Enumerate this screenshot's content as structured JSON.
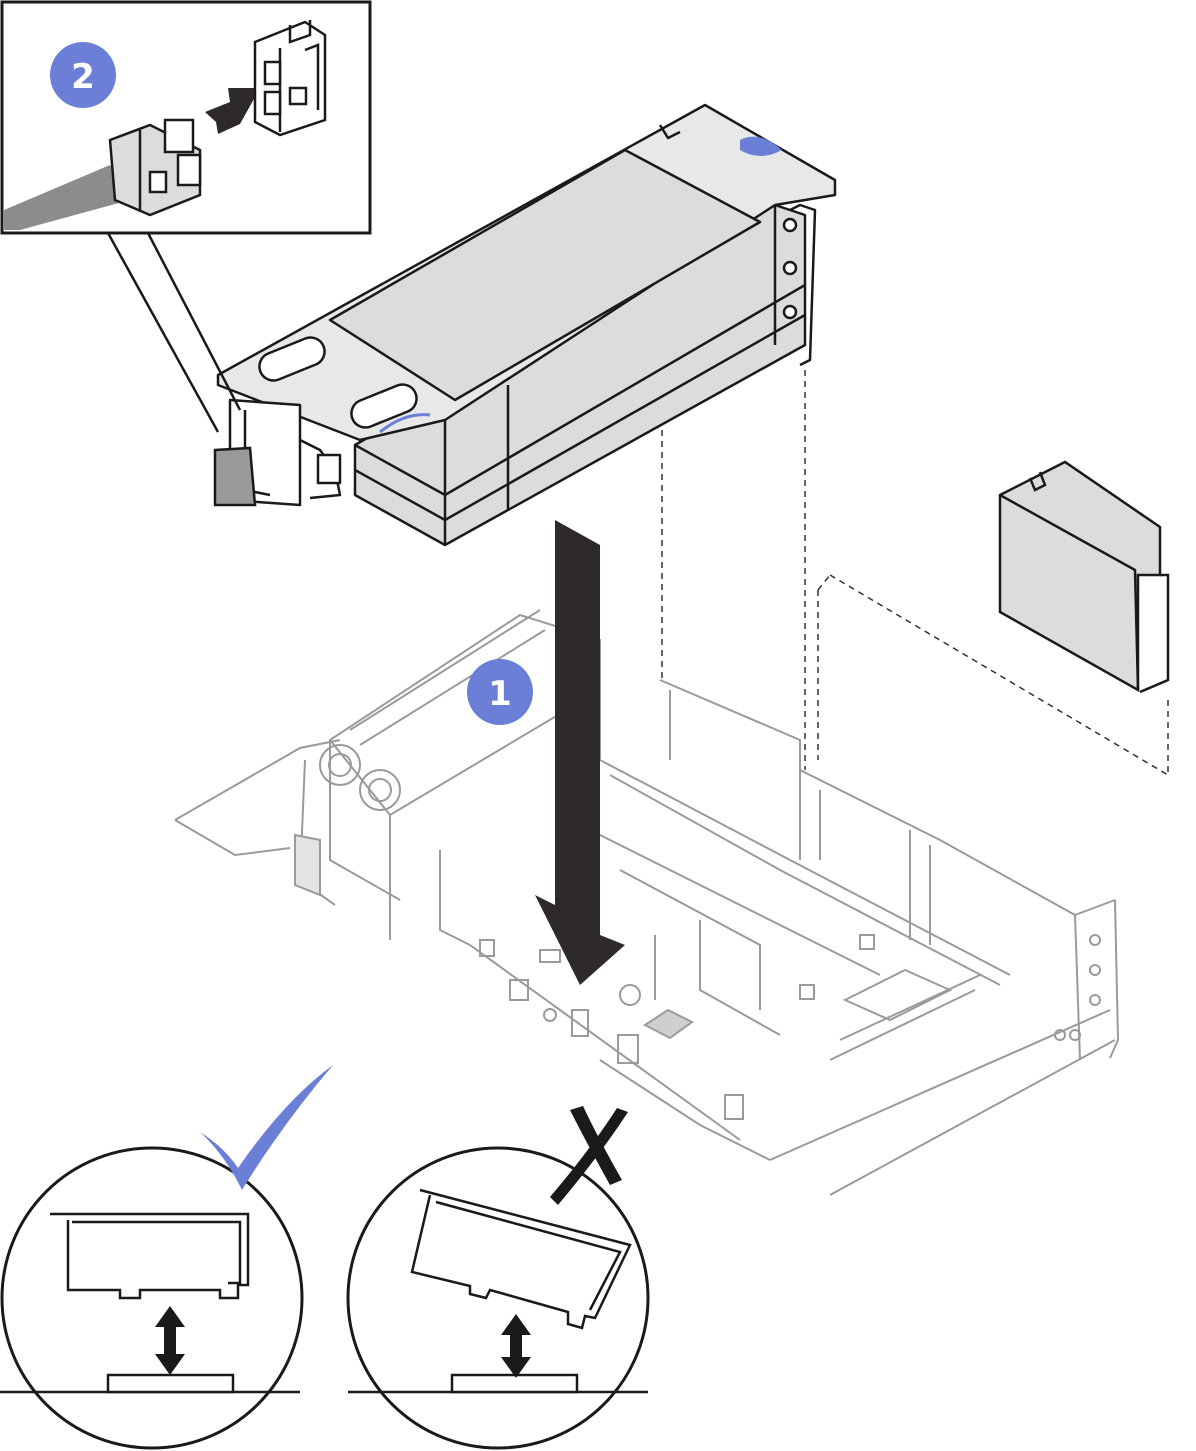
{
  "steps": [
    {
      "number": "1",
      "meaning": "lower-riser-into-chassis"
    },
    {
      "number": "2",
      "meaning": "connect-power-cable"
    }
  ],
  "colors": {
    "accent": "#6b7fd7",
    "line": "#1a1a1a",
    "panel_fill": "#dcdcdc",
    "panel_top": "#e8e8e8",
    "cable": "#8c8c8c",
    "arrow": "#2e2a2a",
    "thin_line": "#9a9a9a"
  },
  "icons": {
    "check": "check-mark-icon",
    "cross": "cross-mark-icon",
    "vertical_arrow": "double-arrow-vertical-icon",
    "down_arrow": "down-arrow-icon",
    "right_arrow": "right-arrow-icon"
  }
}
